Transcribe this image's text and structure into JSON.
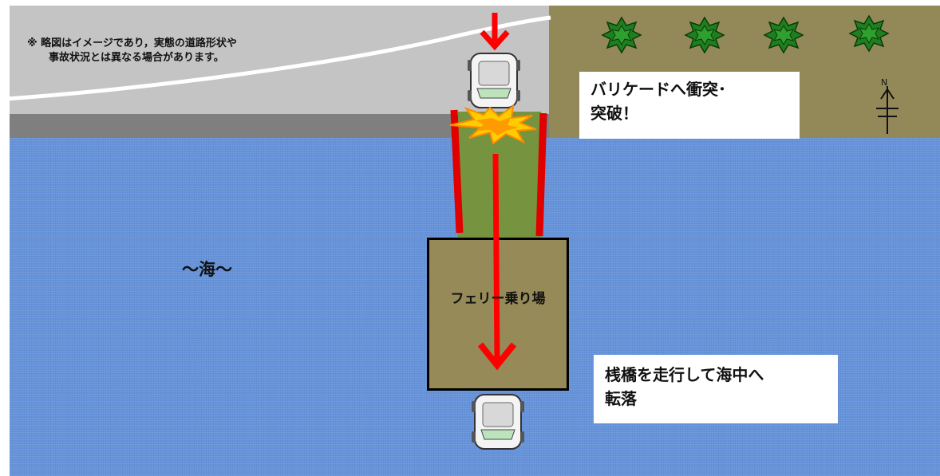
{
  "note": {
    "line1": "※  略図はイメージであり，実態の道路形状や",
    "line2": "事故状況とは異なる場合があります。"
  },
  "labels": {
    "sea": "～海～",
    "ferry_terminal": "フェリー乗り場",
    "crash_line1": "バリケードへ衝突･",
    "crash_line2": "突破！",
    "fall_line1": "桟橋を走行して海中へ",
    "fall_line2": "転落",
    "north": "N"
  },
  "colors": {
    "sea": "#6693d9",
    "road": "#c4c4c4",
    "land": "#938958",
    "pier": "#76943f",
    "barricade": "#e00000",
    "arrow": "#ff0000",
    "platform": "#958a58",
    "trees": "#1f7f1f",
    "explosion": "#ffcc00"
  },
  "icons": [
    "car-top-icon",
    "explosion-icon",
    "tree-icon",
    "north-arrow-icon"
  ]
}
